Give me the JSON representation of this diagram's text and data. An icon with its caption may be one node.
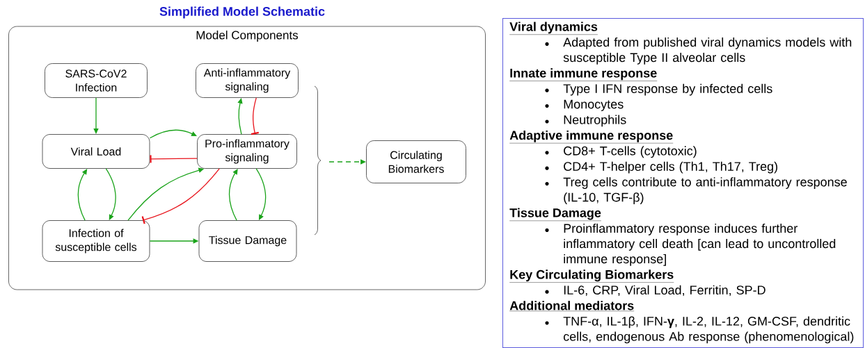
{
  "diagram": {
    "title": "Simplified Model Schematic",
    "nodes": [
      {
        "text": [
          "Model Components"
        ]
      },
      {
        "text": [
          "SARS-CoV2 Infection"
        ],
        "in": 0
      },
      {
        "text": [
          "Anti-inflammatory signaling"
        ],
        "in": 0
      },
      {
        "text": [
          "Viral Load"
        ],
        "in": 0
      },
      {
        "text": [
          "Pro-inflammatory signaling"
        ],
        "in": 0
      },
      {
        "text": [
          "Infection of susceptible cells"
        ],
        "in": 0
      },
      {
        "text": [
          "Tissue Damage"
        ],
        "in": 0
      },
      {
        "text": [
          "Circulating Biomarkers"
        ],
        "in": 0
      },
      {
        "text": [
          "Viral dynamics",
          "Adapted from published viral dynamics models with susceptible Type II alveolar cells",
          "Innate immune response",
          "Type I IFN response by infected cells",
          "Monocytes",
          "Neutrophils",
          "Adaptive immune response",
          "CD8+ T-cells (cytotoxic)",
          "CD4+ T-helper cells (Th1, Th17, Treg)",
          "Treg cells contribute to anti-inflammatory response (IL-10, TGF-β)",
          "Tissue Damage",
          "Proinflammatory response induces further inflammatory cell death [can lead to uncontrolled immune response]",
          "Key Circulating Biomarkers",
          "IL-6, CRP, Viral Load, Ferritin, SP-D",
          "Additional mediators",
          "TNF-α, IL-1β, IFN-**γ**, IL-2, IL-12, GM-CSF, dendritic cells, endogenous Ab response (phenomenological)"
        ]
      }
    ],
    "edges": [
      {
        "from": 1,
        "to": 3,
        "arrow": "to"
      },
      {
        "from": 3,
        "to": 4,
        "arrow": "to"
      },
      {
        "from": 4,
        "to": 3,
        "arrow": "other",
        "color": "#e8141c"
      },
      {
        "from": 3,
        "to": 5,
        "arrow": "to"
      },
      {
        "from": 5,
        "to": 3,
        "arrow": "to"
      },
      {
        "from": 5,
        "to": 4,
        "arrow": "to"
      },
      {
        "from": 4,
        "to": 5,
        "arrow": "other",
        "color": "#e8141c"
      },
      {
        "from": 5,
        "to": 6,
        "arrow": "to"
      },
      {
        "from": 4,
        "to": 2,
        "arrow": "to"
      },
      {
        "from": 2,
        "to": 4,
        "arrow": "other",
        "color": "#e8141c"
      },
      {
        "from": 4,
        "to": 6,
        "arrow": "to"
      },
      {
        "from": 6,
        "to": 4,
        "arrow": "to"
      },
      {
        "from": null,
        "to": 7,
        "arrow": "to",
        "style": "dashed"
      }
    ]
  }
}
